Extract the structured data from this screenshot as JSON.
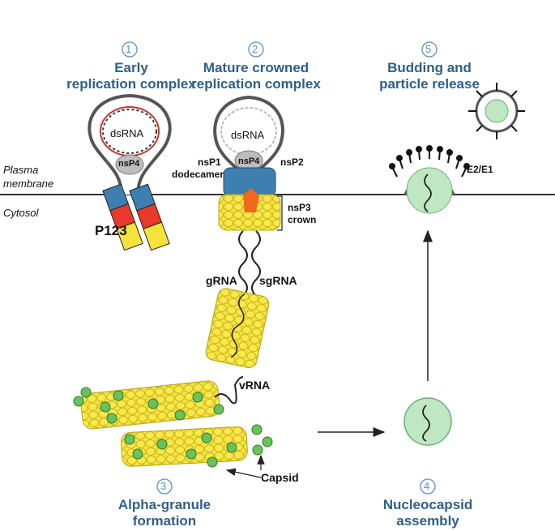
{
  "steps": [
    {
      "number": "1",
      "title_line1": "Early",
      "title_line2": "replication complex"
    },
    {
      "number": "2",
      "title_line1": "Mature crowned",
      "title_line2": "replication complex"
    },
    {
      "number": "5",
      "title_line1": "Budding and",
      "title_line2": "particle release"
    },
    {
      "number": "3",
      "title_line1": "Alpha-granule",
      "title_line2": "formation"
    },
    {
      "number": "4",
      "title_line1": "Nucleocapsid",
      "title_line2": "assembly"
    }
  ],
  "labels": {
    "plasma_line1": "Plasma",
    "plasma_line2": "membrane",
    "cytosol": "Cytosol",
    "dsrna": "dsRNA",
    "nsp4": "nsP4",
    "p123": "P123",
    "nsp1_line1": "nsP1",
    "nsp1_line2": "dodecamer",
    "nsp2": "nsP2",
    "nsp3_line1": "nsP3",
    "nsp3_line2": "crown",
    "grna": "gRNA",
    "sgrna": "sgRNA",
    "vrna": "vRNA",
    "capsid": "Capsid",
    "e2e1": "E2/E1"
  },
  "colors": {
    "title_blue": "#2e5f8a",
    "circle_blue": "#5b8fc9",
    "nsp1_blue": "#3d7fb0",
    "p123_red": "#e8392b",
    "p123_yellow": "#f5e23a",
    "crown_yellow": "#f7e33c",
    "capsid_green": "#69c25c",
    "nucleocapsid_green": "#bfe8c2",
    "nsp4_gray": "#bdbdbd",
    "nsp2_orange": "#f0681d"
  }
}
